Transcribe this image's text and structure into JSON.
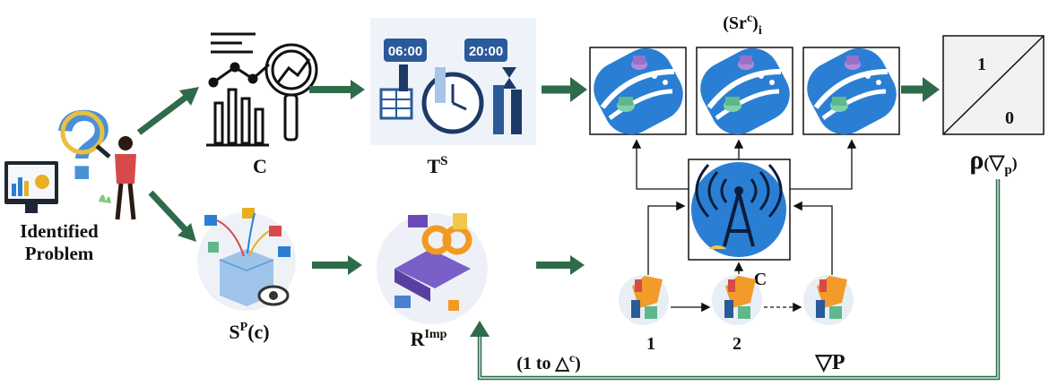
{
  "labels": {
    "problem_line1": "Identified",
    "problem_line2": "Problem",
    "c_top": "C",
    "t_base": "T",
    "t_sup": "S",
    "src_prefix": "(Sr",
    "src_sup": "c",
    "src_close": ")",
    "src_sub": "i",
    "rho": "ρ",
    "rho_open": "(",
    "rho_nabla": "▽",
    "rho_sub": "p",
    "rho_close": ")",
    "rho_one": "1",
    "rho_zero": "0",
    "sp_base": "S",
    "sp_sup": "P",
    "sp_arg": "(c)",
    "r_base": "R",
    "r_sup": "Imp",
    "c_mid": "C",
    "node_1": "1",
    "node_2": "2",
    "node_p": "▽P",
    "loop_label": "(1 to △",
    "loop_sup": "c",
    "loop_close": ")"
  },
  "colors": {
    "arrow_green": "#2e6b4a",
    "circuit_blue": "#2a7fd4",
    "dark": "#111111"
  }
}
